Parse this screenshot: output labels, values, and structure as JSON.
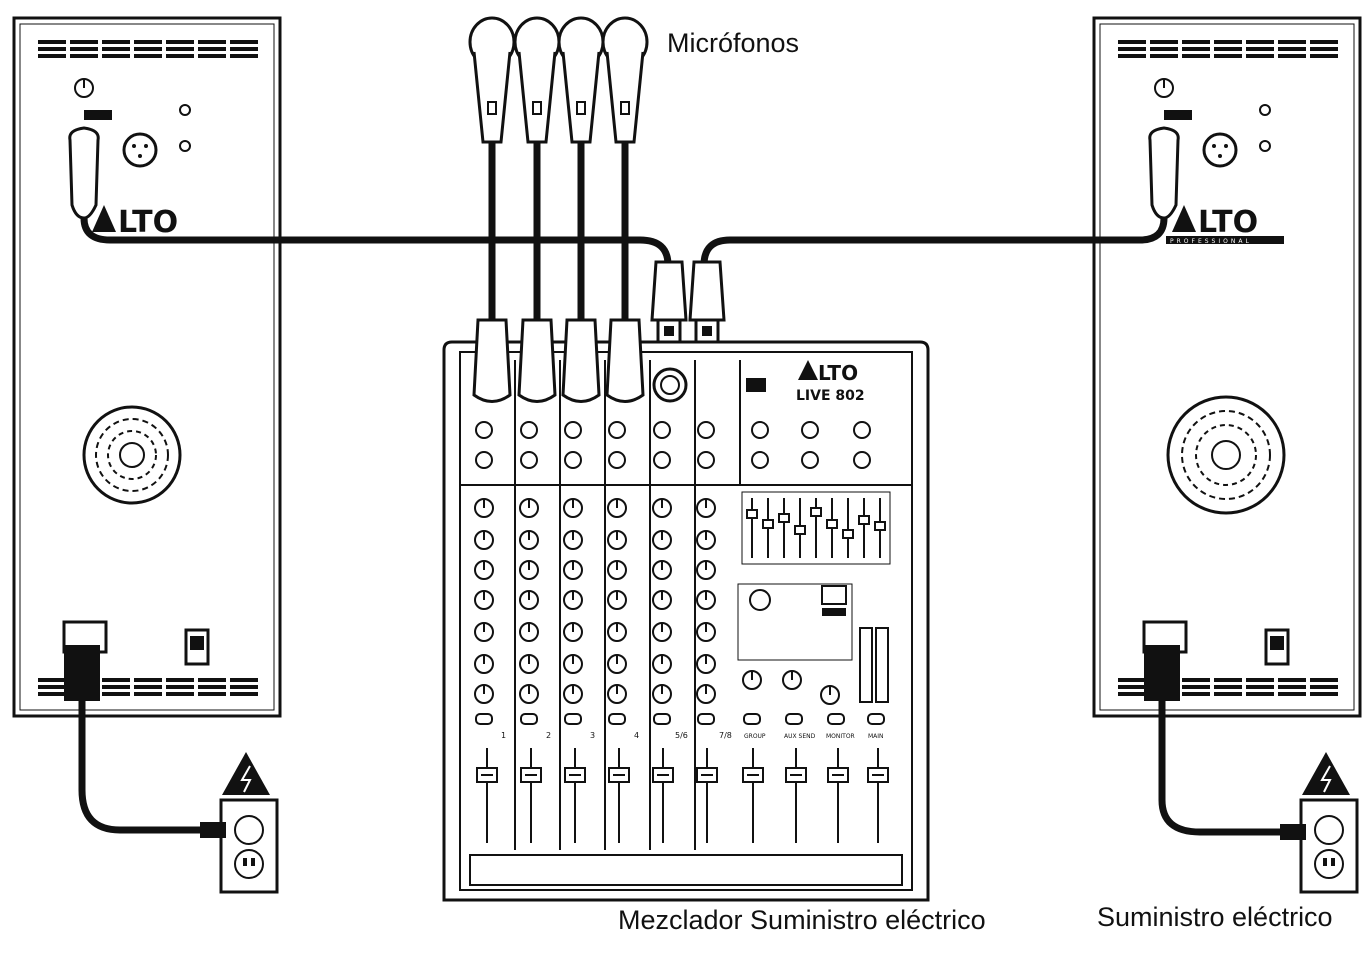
{
  "labels": {
    "microphones": "Micrófonos",
    "mixer_power": "Mezclador Suministro eléctrico",
    "power_supply": "Suministro eléctrico"
  },
  "brand": {
    "speaker_logo": "LTO",
    "speaker_sub": "PROFESSIONAL",
    "mixer_logo": "LTO",
    "mixer_model": "LIVE 802"
  },
  "mixer": {
    "channel_labels": [
      "1",
      "2",
      "3",
      "4",
      "5/6",
      "7/8"
    ],
    "bus_labels": [
      "GROUP",
      "AUX SEND",
      "MONITOR",
      "MAIN"
    ]
  },
  "colors": {
    "line": "#111111",
    "panel": "#ffffff",
    "warning": "#111111"
  }
}
